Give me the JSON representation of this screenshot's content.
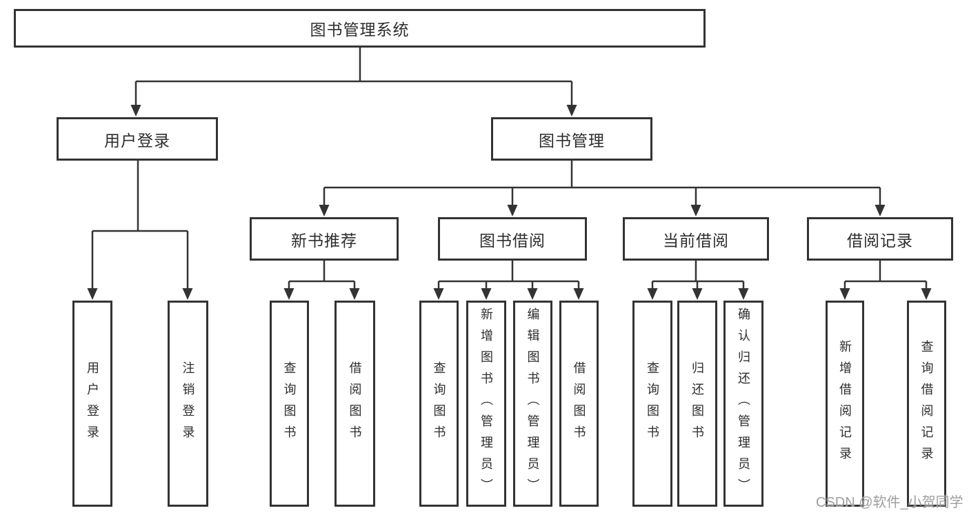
{
  "colors": {
    "line": "#333333",
    "box_border": "#333333",
    "text": "#2d2d2d",
    "background": "#ffffff",
    "watermark": "#969696"
  },
  "watermark": {
    "text": "CSDN @软件_小贺同学"
  },
  "diagram": {
    "type": "tree",
    "root": {
      "label": "图书管理系统",
      "children": [
        {
          "label": "用户登录",
          "children": [
            {
              "label": "用户登录"
            },
            {
              "label": "注销登录"
            }
          ]
        },
        {
          "label": "图书管理",
          "children": [
            {
              "label": "新书推荐",
              "children": [
                {
                  "label": "查询图书"
                },
                {
                  "label": "借阅图书"
                }
              ]
            },
            {
              "label": "图书借阅",
              "children": [
                {
                  "label": "查询图书"
                },
                {
                  "label": "新增图书（管理员）"
                },
                {
                  "label": "编辑图书（管理员）"
                },
                {
                  "label": "借阅图书"
                }
              ]
            },
            {
              "label": "当前借阅",
              "children": [
                {
                  "label": "查询图书"
                },
                {
                  "label": "归还图书"
                },
                {
                  "label": "确认归还（管理员）"
                }
              ]
            },
            {
              "label": "借阅记录",
              "children": [
                {
                  "label": "新增借阅记录"
                },
                {
                  "label": "查询借阅记录"
                }
              ]
            }
          ]
        }
      ]
    }
  }
}
